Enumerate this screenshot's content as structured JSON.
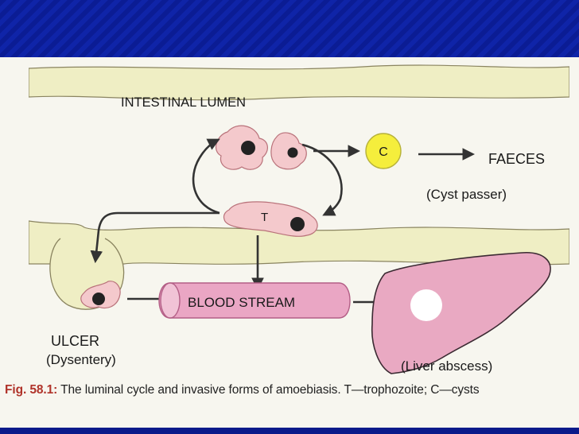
{
  "diagram": {
    "lumen_label": "INTESTINAL LUMEN",
    "trophozoite_label": "T",
    "cyst_label": "C",
    "faeces_label": "FAECES",
    "cyst_passer_label": "(Cyst passer)",
    "blood_stream_label": "BLOOD STREAM",
    "ulcer_label": "ULCER",
    "dysentery_label": "(Dysentery)",
    "liver_label": "(Liver abscess)"
  },
  "caption": {
    "figure_number": "Fig. 58.1:",
    "text": "The luminal cycle and invasive forms of amoebiasis. T—trophozoite; C—cysts"
  },
  "colors": {
    "wall": "#f1efc4",
    "cell": "#f4c9cc",
    "vessel": "#eaa6c4",
    "liver": "#e9a9c2",
    "cyst": "#f5ee3c"
  }
}
